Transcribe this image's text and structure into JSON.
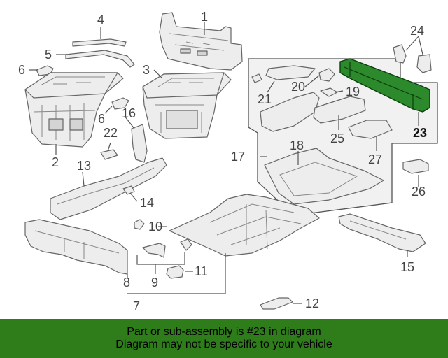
{
  "callouts": {
    "c1": "1",
    "c2": "2",
    "c3": "3",
    "c4": "4",
    "c5": "5",
    "c6a": "6",
    "c6b": "6",
    "c7": "7",
    "c8": "8",
    "c9": "9",
    "c10": "10",
    "c11": "11",
    "c12": "12",
    "c13": "13",
    "c14": "14",
    "c15": "15",
    "c16": "16",
    "c17": "17",
    "c18": "18",
    "c19": "19",
    "c20": "20",
    "c21": "21",
    "c22": "22",
    "c23": "23",
    "c24": "24",
    "c25": "25",
    "c26": "26",
    "c27": "27"
  },
  "highlighted_part": "23",
  "colors": {
    "highlight_fill": "#2c8a2c",
    "banner_background": "#2e7d1a"
  },
  "banner": {
    "line1": "Part or sub-assembly is #23 in diagram",
    "line2": "Diagram may not be specific to your vehicle"
  }
}
